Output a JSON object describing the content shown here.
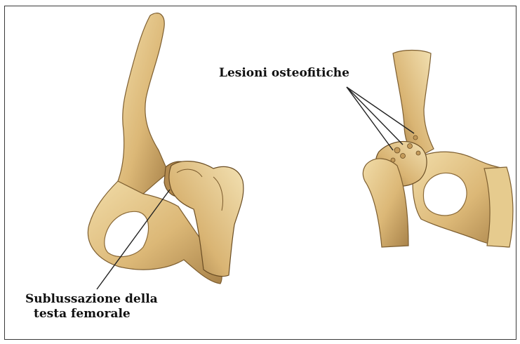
{
  "labels": {
    "osteophytic_lesions": "Lesioni osteofitiche",
    "subluxation_line1": "Sublussazione della",
    "subluxation_line2": "testa femorale"
  },
  "colors": {
    "bone_light": "#e8cf94",
    "bone_mid": "#cfa866",
    "bone_dark": "#8a6a36",
    "leader_line": "#222222"
  }
}
